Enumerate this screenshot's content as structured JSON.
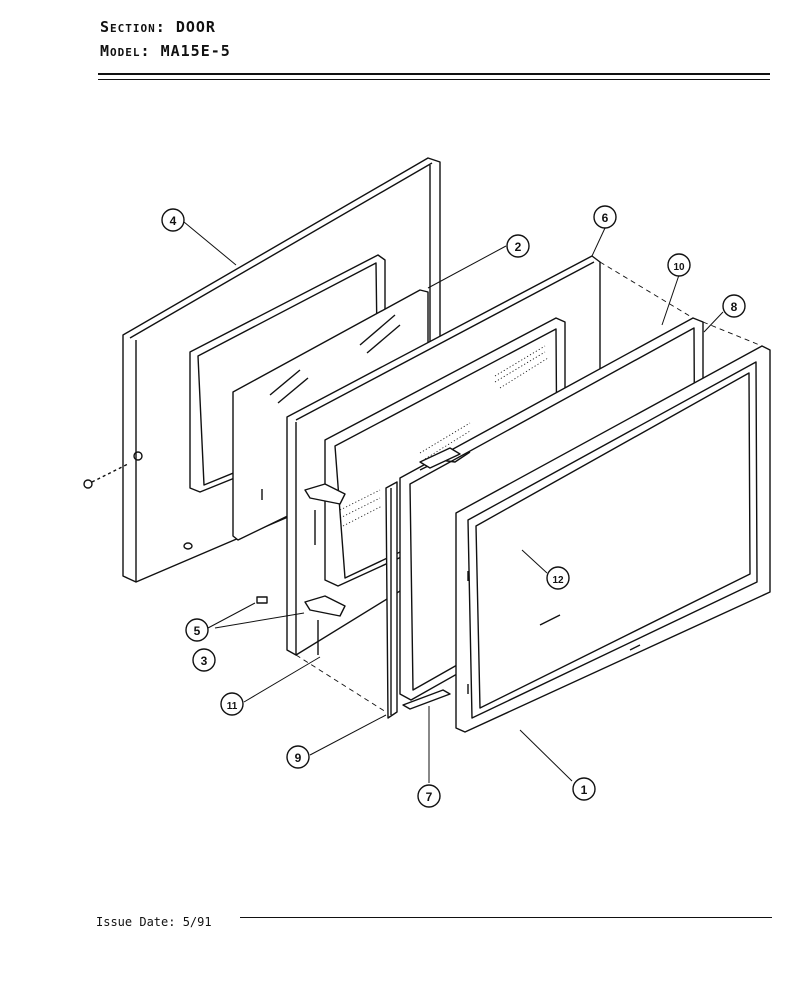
{
  "header": {
    "section_label": "Section:",
    "section_value": "DOOR",
    "model_label": "Model:",
    "model_value": "MA15E-5"
  },
  "footer": {
    "issue_date": "Issue Date: 5/91"
  },
  "callouts": [
    "1",
    "2",
    "3",
    "4",
    "5",
    "6",
    "7",
    "8",
    "9",
    "10",
    "11",
    "12"
  ]
}
